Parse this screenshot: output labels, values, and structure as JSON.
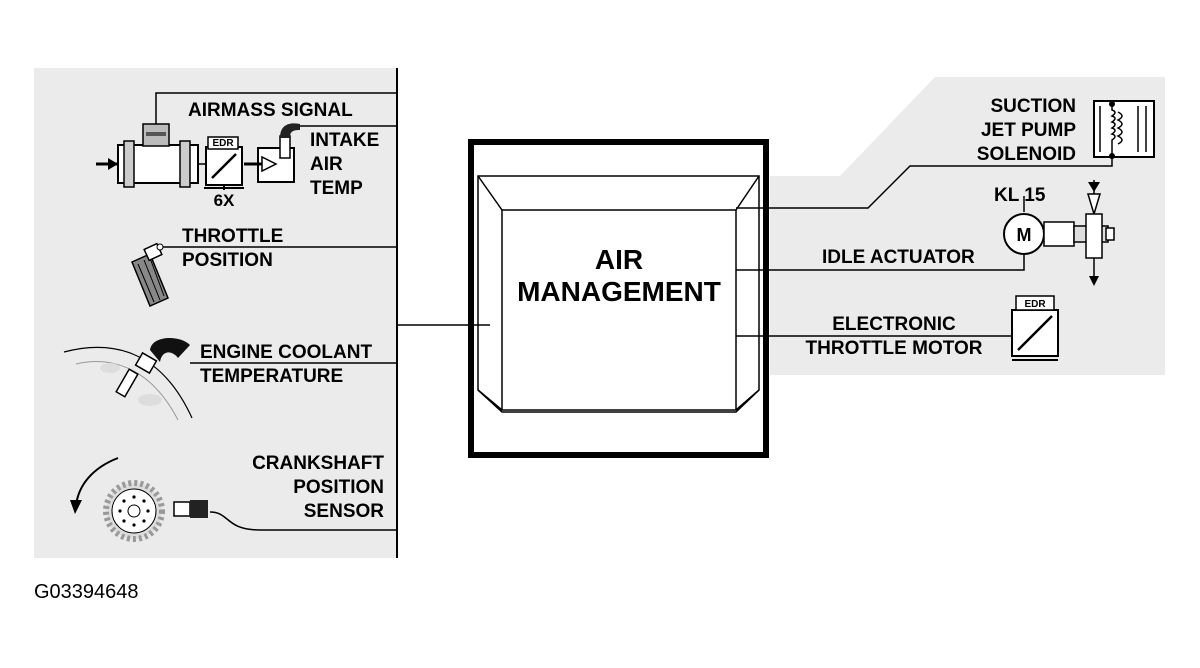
{
  "colors": {
    "panel": "#ebebeb",
    "line": "#000000",
    "background": "#ffffff"
  },
  "center": {
    "title": "AIR\nMANAGEMENT"
  },
  "inputs": {
    "airmass_signal": "AIRMASS SIGNAL",
    "intake_air_temp": "INTAKE\nAIR\nTEMP",
    "throttle_position": "THROTTLE\nPOSITION",
    "engine_coolant_temperature": "ENGINE COOLANT\nTEMPERATURE",
    "crankshaft_position_sensor": "CRANKSHAFT\nPOSITION\nSENSOR"
  },
  "outputs": {
    "suction_jet_pump_solenoid": "SUCTION\nJET PUMP\nSOLENOID",
    "kl15": "KL 15",
    "idle_actuator": "IDLE ACTUATOR",
    "electronic_throttle_motor": "ELECTRONIC\nTHROTTLE MOTOR"
  },
  "component_marks": {
    "edr_airmass": "EDR",
    "multiplier": "6X",
    "edr_throttle": "EDR",
    "motor": "M"
  },
  "figure_id": "G03394648",
  "icons": [
    "air-mass-meter-icon",
    "throttle-sensor-icon",
    "coolant-sensor-icon",
    "crankshaft-wheel-icon",
    "solenoid-icon",
    "idle-motor-icon",
    "throttle-motor-icon",
    "rotation-arrow-icon"
  ]
}
